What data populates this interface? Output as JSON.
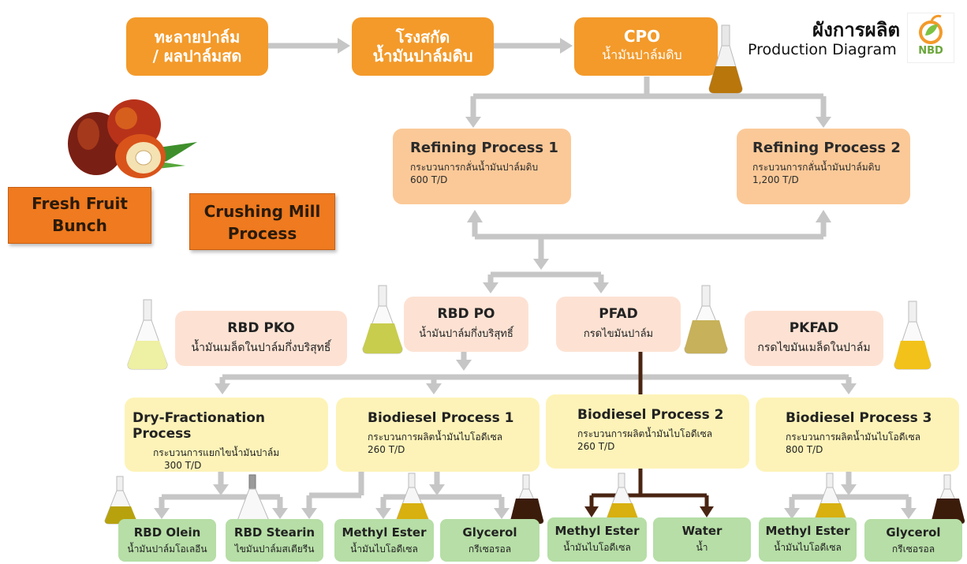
{
  "header": {
    "title_th": "ผังการผลิต",
    "title_en": "Production Diagram",
    "logo_text": "NBD"
  },
  "top_flow": [
    {
      "line1": "ทะลายปาล์ม",
      "line2": "/ ผลปาล์มสด"
    },
    {
      "line1": "โรงสกัด",
      "line2": "น้ำมันปาล์มดิบ"
    },
    {
      "line1": "CPO",
      "line2": "น้ำมันปาล์มดิบ"
    }
  ],
  "left_labels": {
    "fresh_fruit_1": "Fresh Fruit",
    "fresh_fruit_2": "Bunch",
    "crushing_1": "Crushing Mill",
    "crushing_2": "Process"
  },
  "refining": [
    {
      "title": "Refining Process 1",
      "desc": "กระบวนการกลั่นน้ำมันปาล์มดิบ",
      "cap": "600 T/D"
    },
    {
      "title": "Refining Process 2",
      "desc": "กระบวนการกลั่นน้ำมันปาล์มดิบ",
      "cap": "1,200 T/D"
    }
  ],
  "products": [
    {
      "title": "RBD PKO",
      "desc": "น้ำมันเมล็ดในปาล์มกึ่งบริสุทธิ์"
    },
    {
      "title": "RBD PO",
      "desc": "น้ำมันปาล์มกึ่งบริสุทธิ์"
    },
    {
      "title": "PFAD",
      "desc": "กรดไขมันปาล์ม"
    },
    {
      "title": "PKFAD",
      "desc": "กรดไขมันเมล็ดในปาล์ม"
    }
  ],
  "processes": [
    {
      "title": "Dry-Fractionation Process",
      "desc": "กระบวนการแยกไขน้ำมันปาล์ม",
      "cap": "300 T/D"
    },
    {
      "title": "Biodiesel Process 1",
      "desc": "กระบวนการผลิตน้ำมันไบโอดีเซล",
      "cap": "260 T/D"
    },
    {
      "title": "Biodiesel Process 2",
      "desc": "กระบวนการผลิตน้ำมันไบโอดีเซล",
      "cap": "260 T/D"
    },
    {
      "title": "Biodiesel Process 3",
      "desc": "กระบวนการผลิตน้ำมันไบโอดีเซล",
      "cap": "800 T/D"
    }
  ],
  "outputs": [
    {
      "title": "RBD Olein",
      "desc": "น้ำมันปาล์มโอเลอีน"
    },
    {
      "title": "RBD Stearin",
      "desc": "ไขมันปาล์มสเตียรีน"
    },
    {
      "title": "Methyl Ester",
      "desc": "น้ำมันไบโอดีเซล"
    },
    {
      "title": "Glycerol",
      "desc": "กรีเซอรอล"
    },
    {
      "title": "Methyl Ester",
      "desc": "น้ำมันไบโอดีเซล"
    },
    {
      "title": "Water",
      "desc": "น้ำ"
    },
    {
      "title": "Methyl Ester",
      "desc": "น้ำมันไบโอดีเซล"
    },
    {
      "title": "Glycerol",
      "desc": "กรีเซอรอล"
    }
  ],
  "colors": {
    "orange": "#f39a2a",
    "peach": "#fbc998",
    "pink": "#fde2d3",
    "yellow": "#fdf3b8",
    "green": "#b6dea6",
    "arrow_gray": "#c6c6c6",
    "arrow_brown": "#4a2412"
  },
  "icons": [
    "palm-fruit-image",
    "flask-icon",
    "beaker-icon",
    "nbd-logo"
  ]
}
